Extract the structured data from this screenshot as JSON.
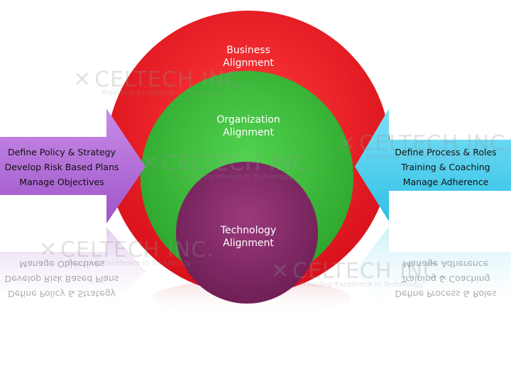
{
  "diagram": {
    "circles": [
      {
        "id": "business",
        "lines": [
          "Business",
          "Alignment"
        ],
        "color": "#ee1c24"
      },
      {
        "id": "organization",
        "lines": [
          "Organization",
          "Alignment"
        ],
        "color": "#3cc13b"
      },
      {
        "id": "technology",
        "lines": [
          "Technology",
          "Alignment"
        ],
        "color": "#8b2b6c"
      }
    ],
    "left_arrow": {
      "items": [
        "Define Policy & Strategy",
        "Develop Risk Based Plans",
        "Manage Objectives"
      ],
      "color": "#b06bd6"
    },
    "right_arrow": {
      "items": [
        "Define Process & Roles",
        "Training & Coaching",
        "Manage Adherence"
      ],
      "color": "#4fd0ee"
    }
  },
  "watermark": {
    "logo_text": "CELTECH INC.",
    "tagline": "Providing Excellence in Technology",
    "icon": "x-logo-icon"
  }
}
